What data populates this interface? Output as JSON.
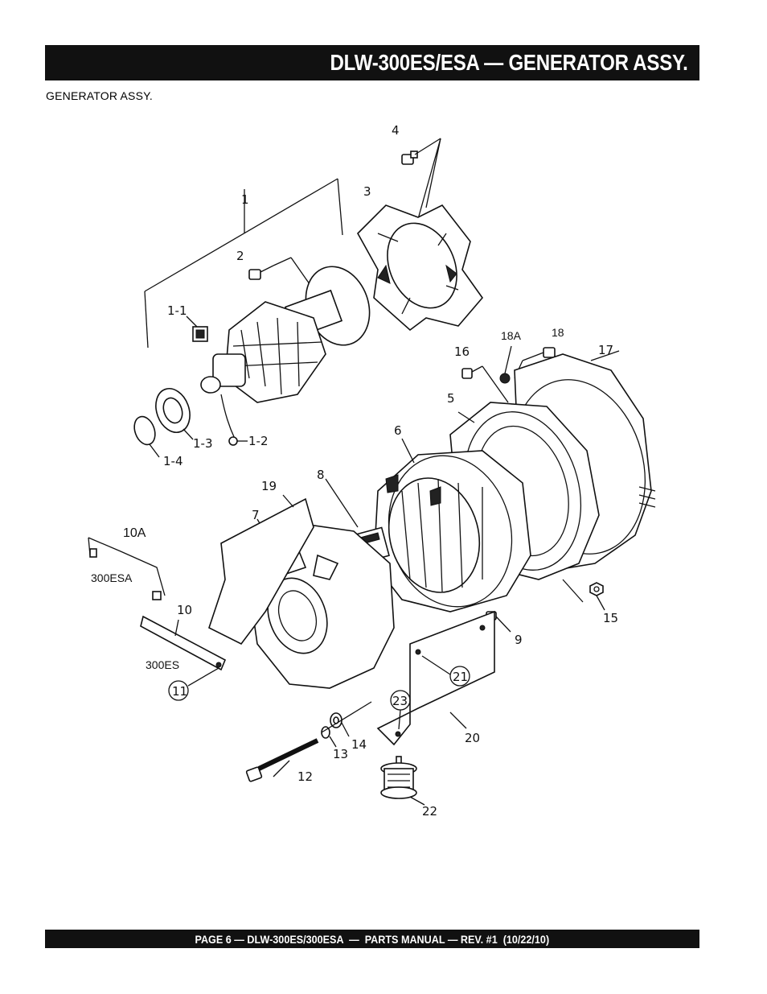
{
  "header": {
    "title": "DLW-300ES/ESA — GENERATOR ASSY."
  },
  "section": {
    "subtitle": "GENERATOR ASSY."
  },
  "diagram": {
    "callouts": {
      "c1": "1",
      "c1_1": "1-1",
      "c1_2": "1-2",
      "c1_3": "1-3",
      "c1_4": "1-4",
      "c2": "2",
      "c3": "3",
      "c4": "4",
      "c5": "5",
      "c6": "6",
      "c7": "7",
      "c8": "8",
      "c9": "9",
      "c10": "10",
      "c10a": "10A",
      "c11": "11",
      "c12": "12",
      "c13": "13",
      "c14": "14",
      "c15": "15",
      "c16": "16",
      "c17": "17",
      "c18": "18",
      "c18a": "18A",
      "c19": "19",
      "c20": "20",
      "c21": "21",
      "c22": "22",
      "c23": "23"
    },
    "variant_labels": {
      "esa": "300ESA",
      "es": "300ES"
    }
  },
  "footer": {
    "text": "PAGE 6 — DLW-300ES/300ESA  —  PARTS MANUAL — REV. #1  (10/22/10)"
  }
}
